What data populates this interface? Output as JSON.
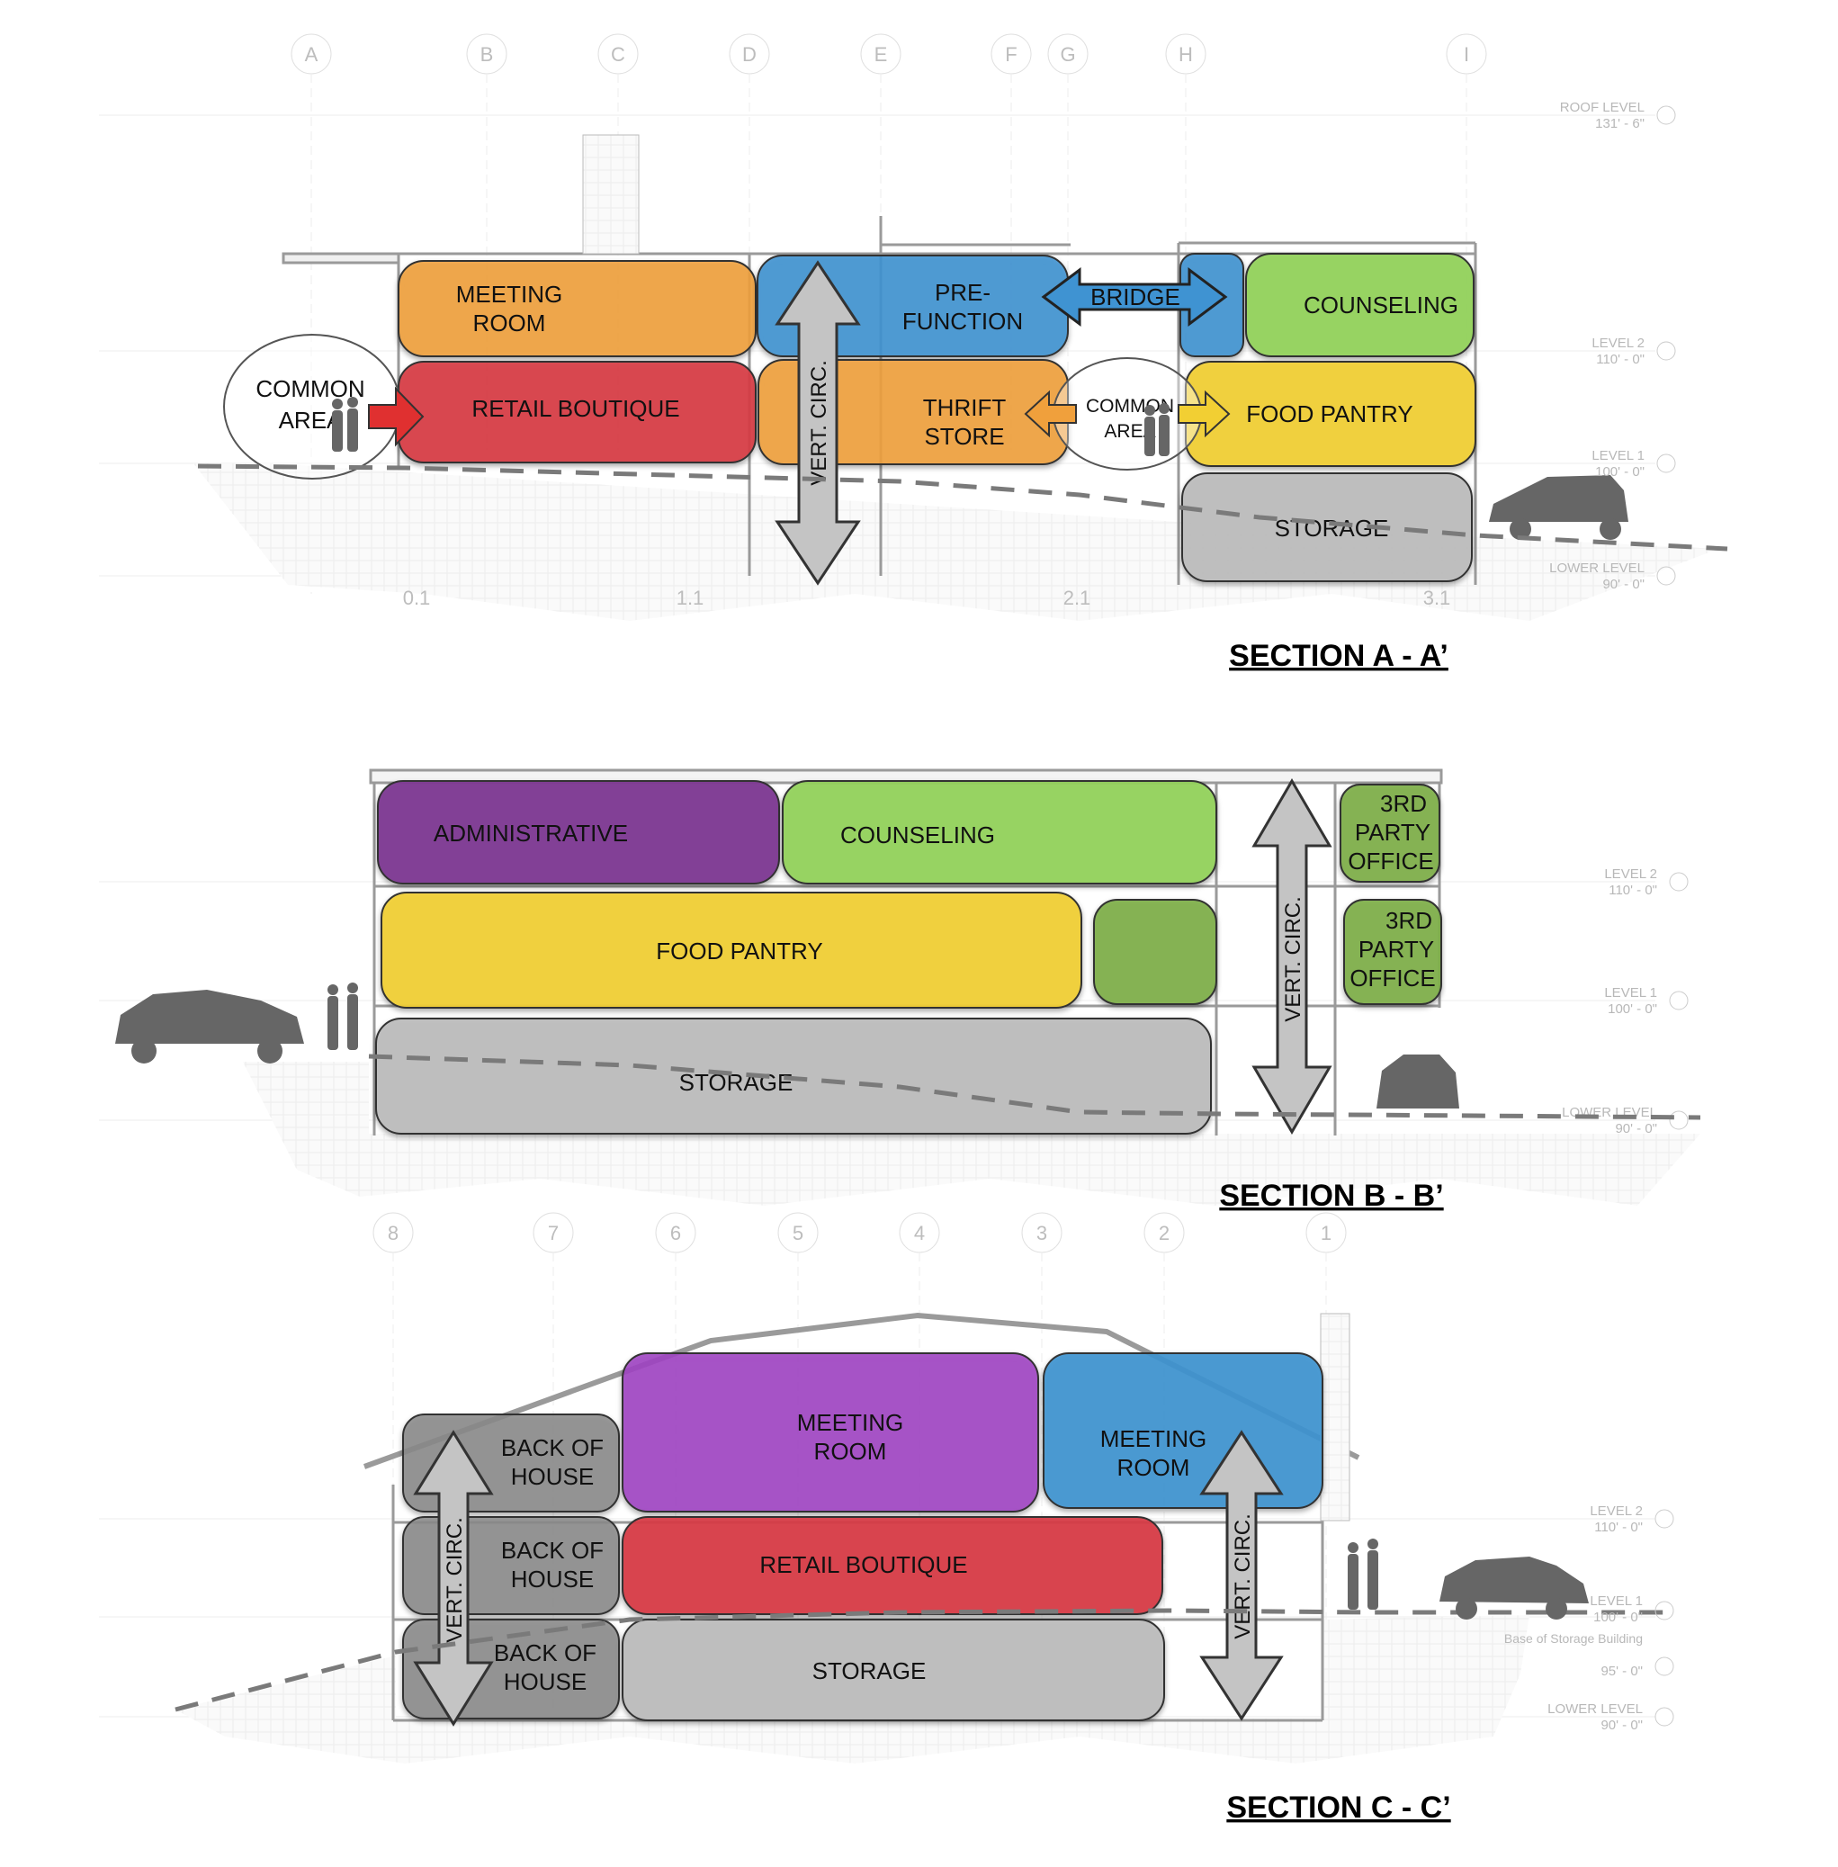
{
  "section_a": {
    "title": "SECTION A - A’",
    "grid_lines": [
      "A",
      "B",
      "C",
      "D",
      "E",
      "F",
      "G",
      "H",
      "I"
    ],
    "sub_grid": [
      "0.1",
      "1.1",
      "2.1",
      "3.1"
    ],
    "levels": {
      "roof": {
        "name": "ROOF LEVEL",
        "elev": "131' - 6\""
      },
      "level2": {
        "name": "LEVEL 2",
        "elev": "110' - 0\""
      },
      "level1": {
        "name": "LEVEL 1",
        "elev": "100' - 0\""
      },
      "lower": {
        "name": "LOWER LEVEL",
        "elev": "90' - 0\""
      }
    },
    "rooms": {
      "meeting_room": [
        "MEETING",
        "ROOM"
      ],
      "pre_function": [
        "PRE-",
        "FUNCTION"
      ],
      "bridge": "BRIDGE",
      "counseling": "COUNSELING",
      "common_area_left": [
        "COMMON",
        "AREA"
      ],
      "retail_boutique": "RETAIL BOUTIQUE",
      "vert_circ": "VERT. CIRC.",
      "thrift_store": [
        "THRIFT",
        "STORE"
      ],
      "common_area_right": [
        "COMMON",
        "AREA"
      ],
      "food_pantry": "FOOD PANTRY",
      "storage": "STORAGE"
    }
  },
  "section_b": {
    "title": "SECTION B - B’",
    "levels": {
      "level2": {
        "name": "LEVEL 2",
        "elev": "110' - 0\""
      },
      "level1": {
        "name": "LEVEL 1",
        "elev": "100' - 0\""
      },
      "lower": {
        "name": "LOWER LEVEL",
        "elev": "90' - 0\""
      }
    },
    "rooms": {
      "administrative": "ADMINISTRATIVE",
      "counseling": "COUNSELING",
      "third_party_office_upper": [
        "3RD",
        "PARTY",
        "OFFICE"
      ],
      "food_pantry": "FOOD PANTRY",
      "third_party_office_lower": [
        "3RD",
        "PARTY",
        "OFFICE"
      ],
      "vert_circ": "VERT. CIRC.",
      "storage": "STORAGE"
    }
  },
  "section_c": {
    "title": "SECTION C - C’",
    "grid_lines": [
      "8",
      "7",
      "6",
      "5",
      "4",
      "3",
      "2",
      "1"
    ],
    "levels": {
      "level2": {
        "name": "LEVEL 2",
        "elev": "110' - 0\""
      },
      "level1": {
        "name": "LEVEL 1",
        "elev": "100' - 0\""
      },
      "base": {
        "name": "Base of Storage Building",
        "elev": "95' - 0\""
      },
      "lower": {
        "name": "LOWER LEVEL",
        "elev": "90' - 0\""
      }
    },
    "rooms": {
      "back_of_house_top": [
        "BACK OF",
        "HOUSE"
      ],
      "meeting_room_purple": [
        "MEETING",
        "ROOM"
      ],
      "meeting_room_blue": [
        "MEETING",
        "ROOM"
      ],
      "back_of_house_mid": [
        "BACK OF",
        "HOUSE"
      ],
      "retail_boutique": "RETAIL BOUTIQUE",
      "back_of_house_bottom": [
        "BACK OF",
        "HOUSE"
      ],
      "storage": "STORAGE",
      "vert_circ_left": "VERT. CIRC.",
      "vert_circ_right": "VERT. CIRC."
    }
  },
  "colors": {
    "orange": "#f0a03c",
    "red": "#d83a44",
    "blue": "#3f93d2",
    "green": "#92d25a",
    "yellow": "#f2cf33",
    "gray": "#bdbdbd",
    "purple": "#7e3a94",
    "bright_purple": "#a143c4",
    "dark_gray": "#8a8a8a",
    "dark_green": "#7fb04a"
  }
}
